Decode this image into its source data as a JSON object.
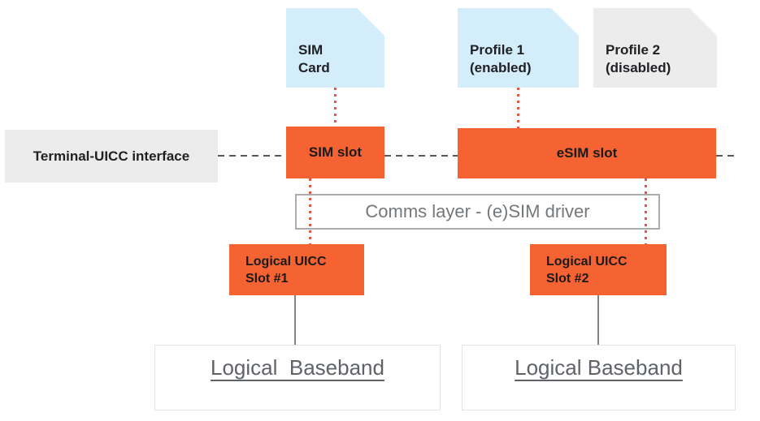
{
  "colors": {
    "slot_orange": "#F56333",
    "card_blue": "#D3EDFB",
    "card_gray": "#ECECEC",
    "red_dotted_line": "#EE5448",
    "dashed_line_gray": "#55585C",
    "connector_gray": "#80868B",
    "dark_text": "#202124",
    "muted_text": "#5F6368",
    "comms_border": "#ABABAB"
  },
  "cards": {
    "sim_card": {
      "label": "SIM\nCard"
    },
    "profile_1": {
      "label": "Profile 1\n(enabled)"
    },
    "profile_2": {
      "label": "Profile 2\n(disabled)"
    }
  },
  "interface": {
    "label": "Terminal-UICC interface"
  },
  "slots": {
    "sim_slot": {
      "label": "SIM slot"
    },
    "esim_slot": {
      "label": "eSIM slot"
    }
  },
  "comms_layer": {
    "label": "Comms layer - (e)SIM driver"
  },
  "logical_slots": {
    "slot_1": {
      "label": "Logical UICC\nSlot #1"
    },
    "slot_2": {
      "label": "Logical UICC\nSlot #2"
    }
  },
  "basebands": {
    "left": {
      "label": "Logical  Baseband"
    },
    "right": {
      "label": "Logical Baseband"
    }
  }
}
